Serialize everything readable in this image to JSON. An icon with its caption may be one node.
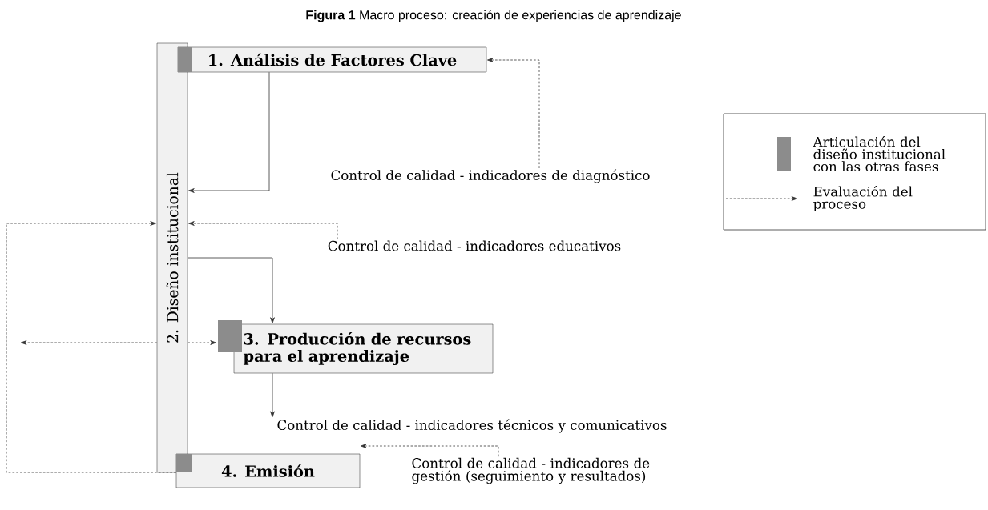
{
  "diagram": {
    "title": "**Figura 1** Macro proceso: creación de experiencias de aprendizaje",
    "nodes": [
      {
        "text": [
          "2. Diseño institucional"
        ]
      },
      {
        "text": [
          "1. Análisis de Factores Clave"
        ]
      },
      {
        "text": [
          "3. Producción de recursos para el aprendizaje"
        ]
      },
      {
        "text": [
          "4. Emisión"
        ]
      },
      {
        "text": [
          "Control de calidad - indicadores de diagnóstico"
        ]
      },
      {
        "text": [
          "Control de calidad - indicadores educativos"
        ]
      },
      {
        "text": [
          "Control de calidad - indicadores técnicos y comunicativos"
        ]
      },
      {
        "text": [
          "Control de calidad - indicadores de gestión (seguimiento y resultados)"
        ]
      }
    ],
    "edges": [
      {
        "from": 1,
        "to": 0,
        "arrow": "to"
      },
      {
        "from": 0,
        "to": 2,
        "arrow": "to"
      },
      {
        "from": 0,
        "to": 2,
        "arrow": "to",
        "style": "dashed"
      },
      {
        "from": 0,
        "to": null,
        "arrow": "to",
        "style": "dashed"
      },
      {
        "from": 3,
        "to": 0,
        "arrow": "to",
        "style": "dashed"
      },
      {
        "from": 4,
        "to": 1,
        "arrow": "to",
        "style": "dashed"
      },
      {
        "from": 5,
        "to": 0,
        "arrow": "to",
        "style": "dashed"
      },
      {
        "from": 2,
        "to": 6,
        "arrow": "to"
      },
      {
        "from": 7,
        "to": 3,
        "arrow": "to",
        "style": "dashed"
      }
    ],
    "legend": [
      {
        "text": "Articulación del diseño institucional con las otras fases",
        "color": "#8c8c8c"
      },
      {
        "text": "Evaluación del proceso"
      }
    ]
  }
}
